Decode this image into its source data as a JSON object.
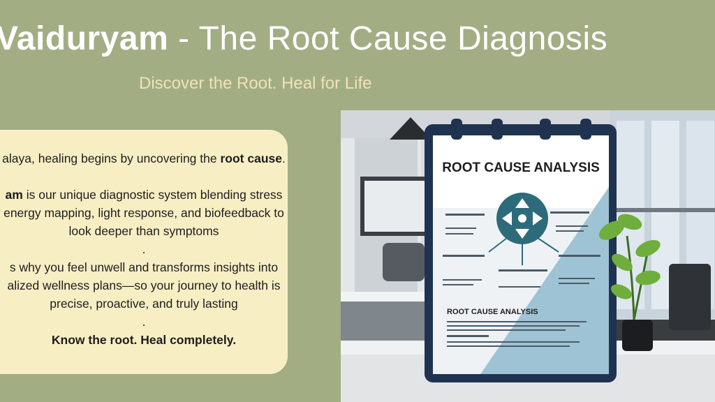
{
  "header": {
    "title_brand": "Vaiduryam",
    "title_rest": " - The Root Cause Diagnosis",
    "subtitle": "Discover the Root. Heal for Life"
  },
  "card": {
    "line1_pre": "alaya, healing begins by uncovering the ",
    "line1_bold": "root cause",
    "line1_post": ".",
    "line2_bold": "am",
    "line2_post": " is our unique diagnostic system blending stress",
    "line3": "energy mapping, light response, and biofeedback to",
    "line4": "look deeper than symptoms",
    "dot1": ".",
    "line5": "s why you feel unwell and transforms insights into",
    "line6": "alized wellness plans—so your journey to health is",
    "line7": "precise, proactive, and truly lasting",
    "dot2": ".",
    "closing": "Know the root. Heal completely."
  },
  "illustration": {
    "clipboard_title": "ROOT CAUSE ANALYSIS",
    "clipboard_subtitle": "ROOT CAUSE ANALYSIS",
    "colors": {
      "background": "#a3ad84",
      "card": "#f8eec4",
      "subtitle": "#f0e3b7",
      "clipboard_frame": "#1f3350",
      "diagram_teal": "#2d6b7a",
      "diagram_blue": "#9ec3d4"
    }
  }
}
